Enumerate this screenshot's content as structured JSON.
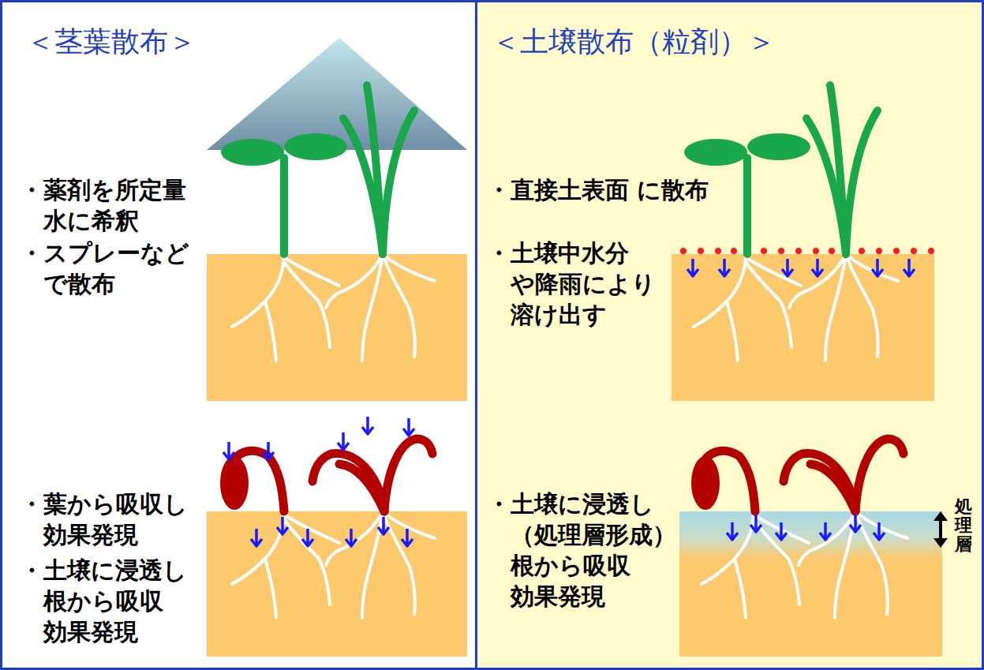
{
  "diagram": {
    "nodes": [
      {
        "text": [
          "＜茎葉散布＞",
          "・薬剤を所定量 水に希釈",
          "・スプレーなど で散布",
          "・葉から吸収し 効果発現",
          "・土壌に浸透し 根から吸収 効果発現"
        ]
      },
      {
        "text": [
          "＜土壌散布（粒剤）＞",
          "・直接土表面 に散布",
          "・土壌中水分 や降雨により 溶け出す",
          "・土壌に浸透し （処理層形成） 根から吸収 効果発現"
        ]
      }
    ],
    "labels": [
      "処理層"
    ]
  }
}
